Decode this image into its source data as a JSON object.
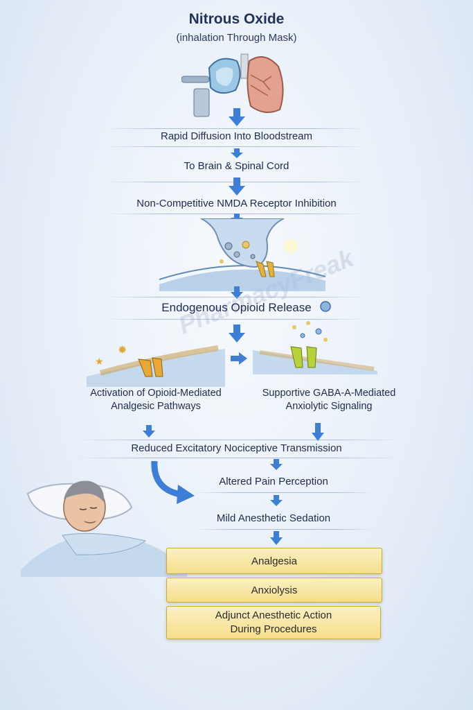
{
  "header": {
    "title": "Nitrous Oxide",
    "subtitle": "(inhalation Through Mask)"
  },
  "flow": {
    "step_diffusion": "Rapid Diffusion Into Bloodstream",
    "step_brain": "To Brain & Spinal Cord",
    "step_nmda": "Non-Competitive NMDA Receptor Inhibition",
    "step_opioid_release": "Endogenous Opioid Release",
    "branch_left": "Activation of Opioid-Mediated Analgesic Pathways",
    "branch_right": "Supportive GABA-A-Mediated Anxiolytic Signaling",
    "step_reduced": "Reduced Excitatory Nociceptive Transmission",
    "step_altered": "Altered Pain Perception",
    "step_sedation": "Mild Anesthetic Sedation"
  },
  "outcomes": {
    "analgesia": "Analgesia",
    "anxiolysis": "Anxiolysis",
    "adjunct": "Adjunct Anesthetic Action During Procedures"
  },
  "watermark": "PharmacyFreak",
  "colors": {
    "arrow": "#3d7fd6",
    "outcome_fill": "#f5de8a",
    "text": "#1d2c4f"
  }
}
